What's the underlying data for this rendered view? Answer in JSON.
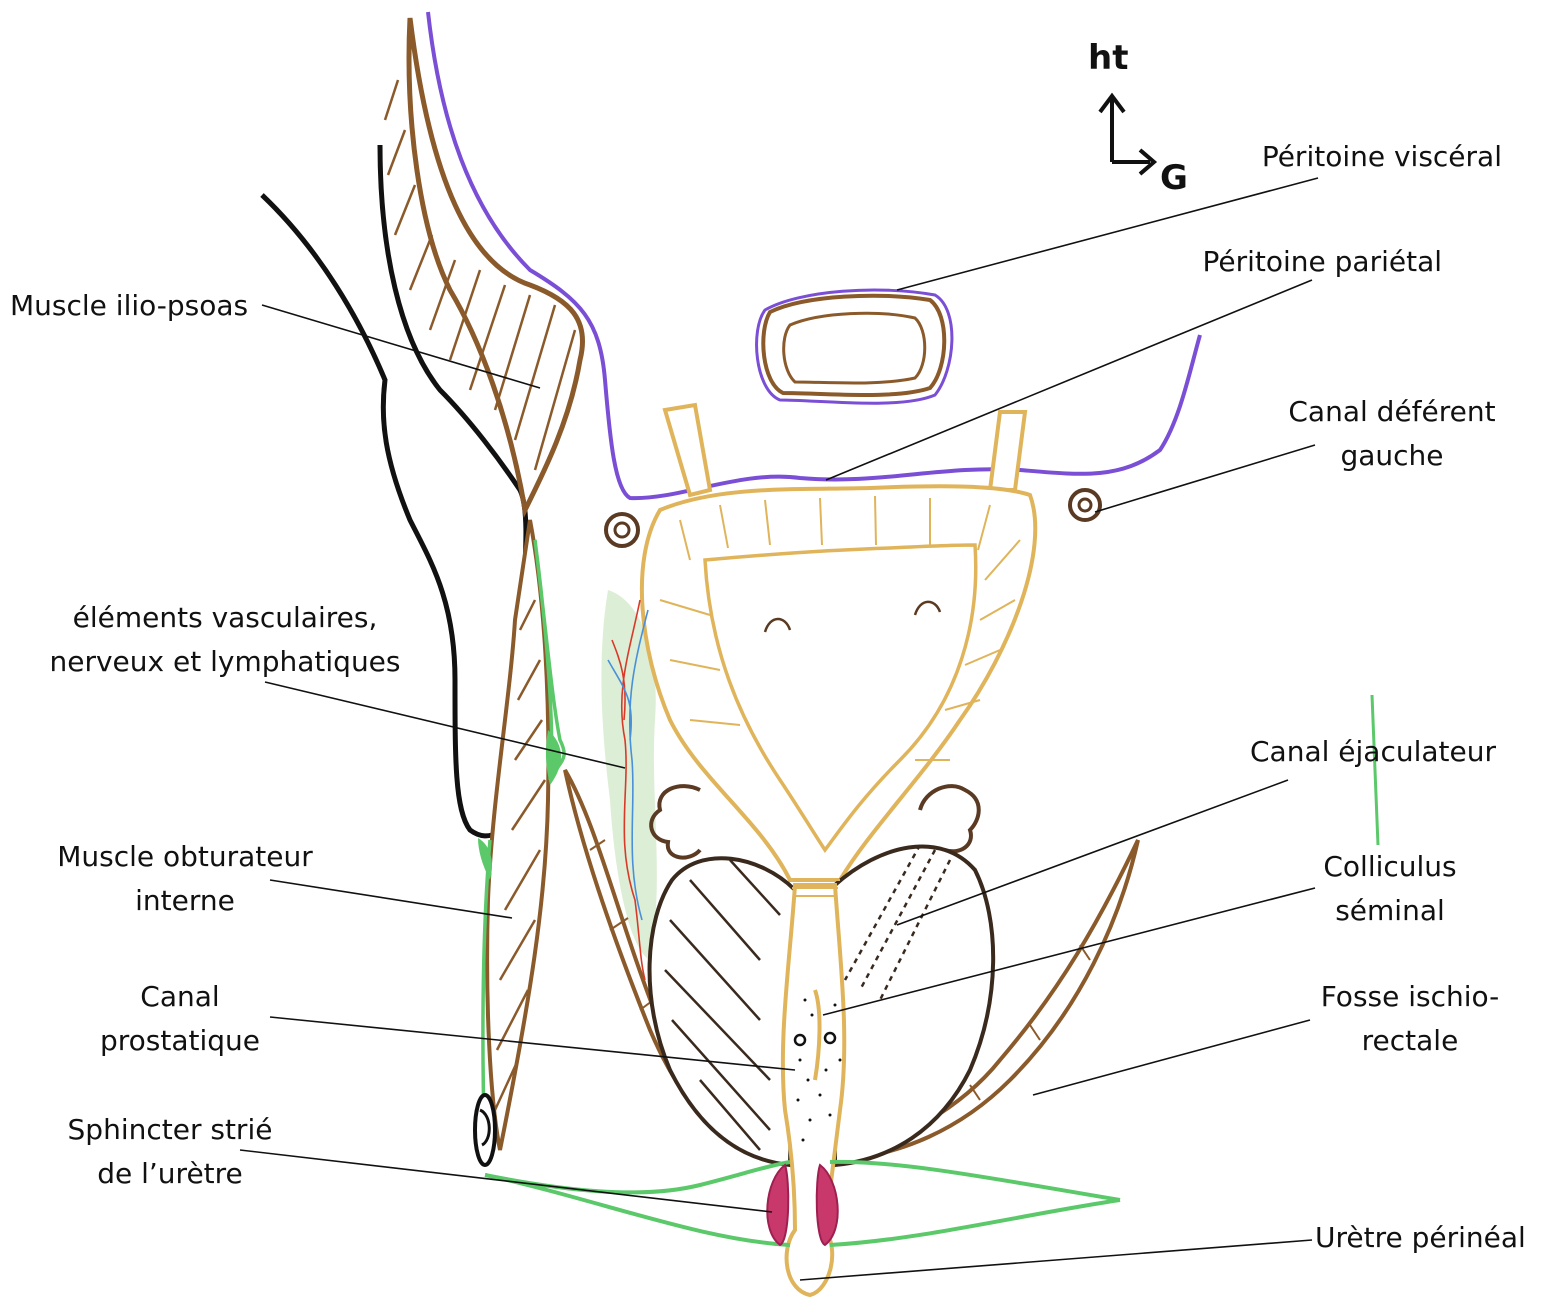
{
  "orientation": {
    "up": "ht",
    "right": "G"
  },
  "labels": {
    "peritoine_visceral": "Péritoine viscéral",
    "peritoine_parietal": "Péritoine pariétal",
    "canal_deferent_1": "Canal déférent",
    "canal_deferent_2": "gauche",
    "muscle_ilio_psoas": "Muscle ilio-psoas",
    "elements_1": "éléments vasculaires,",
    "elements_2": "nerveux et lymphatiques",
    "canal_ejaculateur": "Canal éjaculateur",
    "colliculus_1": "Colliculus",
    "colliculus_2": "séminal",
    "obturateur_1": "Muscle obturateur",
    "obturateur_2": "interne",
    "fosse_1": "Fosse ischio-",
    "fosse_2": "rectale",
    "canal_prostatique_1": "Canal",
    "canal_prostatique_2": "prostatique",
    "sphincter_1": "Sphincter strié",
    "sphincter_2": "de l’urètre",
    "uretre_perineal": "Urètre périnéal"
  },
  "colors": {
    "peritoneum": "#7a4fd6",
    "muscle": "#8b5a2b",
    "bladder": "#e0b45a",
    "fascia": "#5bc86a",
    "sphincter": "#c8386a",
    "vessels": "#d83a2a",
    "nerves": "#4a90d9",
    "outline": "#111111"
  }
}
